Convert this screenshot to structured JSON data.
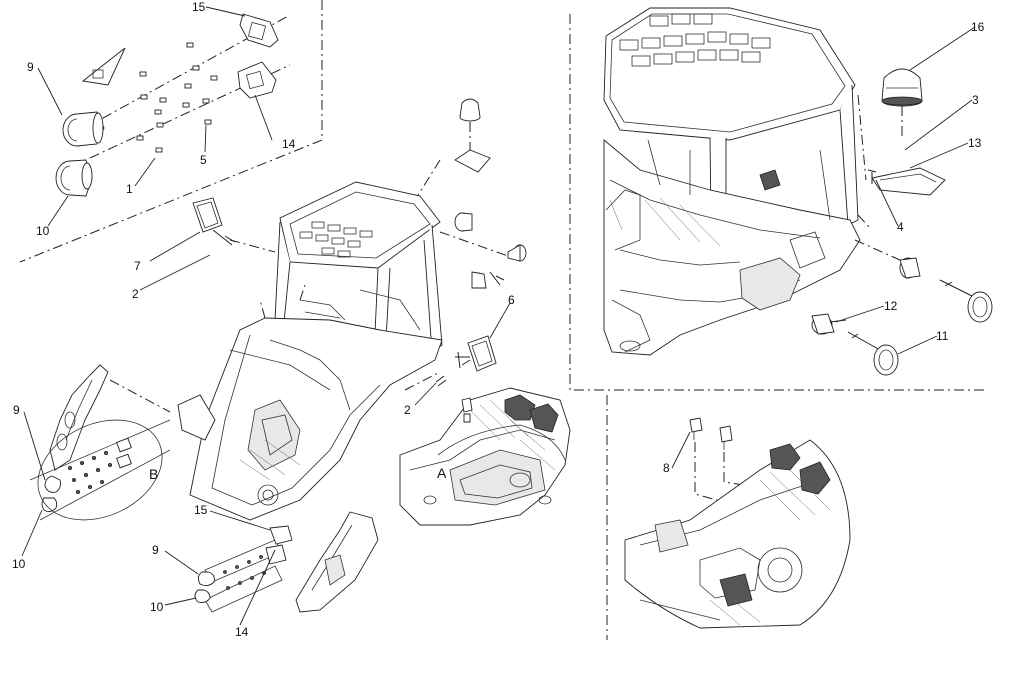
{
  "callouts": [
    {
      "id": "c15a",
      "text": "15"
    },
    {
      "id": "c9a",
      "text": "9"
    },
    {
      "id": "c14a",
      "text": "14"
    },
    {
      "id": "c5",
      "text": "5"
    },
    {
      "id": "c1",
      "text": "1"
    },
    {
      "id": "c10a",
      "text": "10"
    },
    {
      "id": "c7",
      "text": "7"
    },
    {
      "id": "c2a",
      "text": "2"
    },
    {
      "id": "c6",
      "text": "6"
    },
    {
      "id": "c2b",
      "text": "2"
    },
    {
      "id": "c9b",
      "text": "9"
    },
    {
      "id": "cB",
      "text": "B"
    },
    {
      "id": "c10b",
      "text": "10"
    },
    {
      "id": "cA",
      "text": "A"
    },
    {
      "id": "c15b",
      "text": "15"
    },
    {
      "id": "c9c",
      "text": "9"
    },
    {
      "id": "c10c",
      "text": "10"
    },
    {
      "id": "c14b",
      "text": "14"
    },
    {
      "id": "c16",
      "text": "16"
    },
    {
      "id": "c3",
      "text": "3"
    },
    {
      "id": "c13",
      "text": "13"
    },
    {
      "id": "c4",
      "text": "4"
    },
    {
      "id": "c12",
      "text": "12"
    },
    {
      "id": "c11",
      "text": "11"
    },
    {
      "id": "c8",
      "text": "8"
    }
  ],
  "colors": {
    "line": "#222222",
    "background": "#ffffff",
    "shade": "#e8e8e8"
  }
}
